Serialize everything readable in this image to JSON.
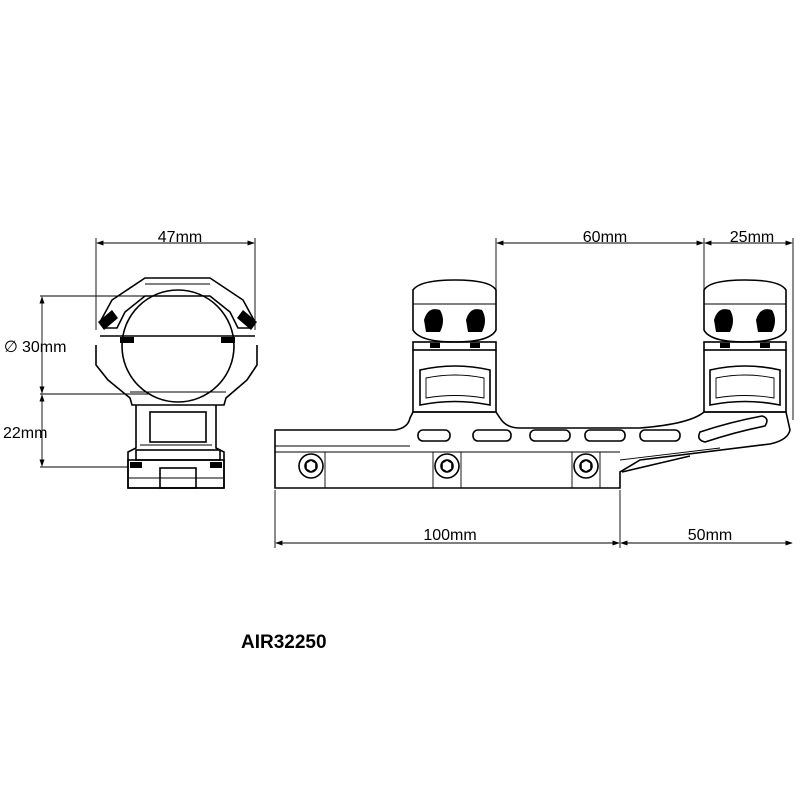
{
  "dimensions": {
    "front_width": "47mm",
    "ring_diameter_symbol": "∅",
    "ring_diameter": "30mm",
    "ring_height": "22mm",
    "ring_spacing": "60mm",
    "ring_to_end": "25mm",
    "base_length": "100mm",
    "cantilever": "50mm"
  },
  "model": "AIR32250"
}
